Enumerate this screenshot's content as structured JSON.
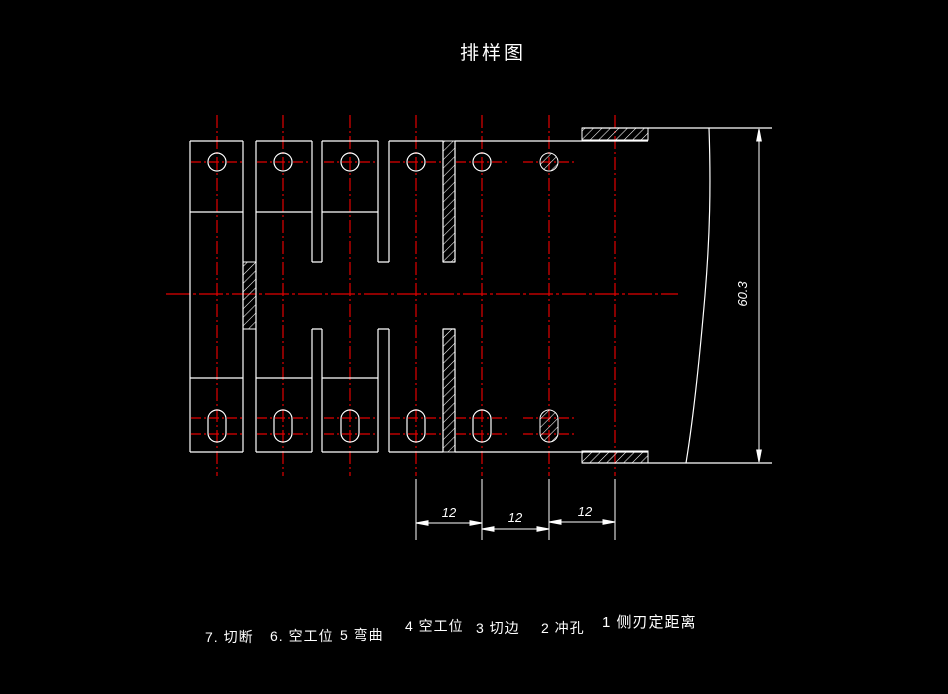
{
  "title": "排样图",
  "stations": [
    {
      "label": "7. 切断"
    },
    {
      "label": "6. 空工位"
    },
    {
      "label": "5 弯曲"
    },
    {
      "label": "4 空工位"
    },
    {
      "label": "3 切边"
    },
    {
      "label": "2 冲孔"
    },
    {
      "label": "1 侧刃定距离"
    }
  ],
  "dimensions": {
    "pitch_1": "12",
    "pitch_2": "12",
    "pitch_3": "12",
    "strip_width": "60.3"
  },
  "colors": {
    "background": "#000000",
    "geometry_line": "#ffffff",
    "centerline": "#e10000"
  }
}
